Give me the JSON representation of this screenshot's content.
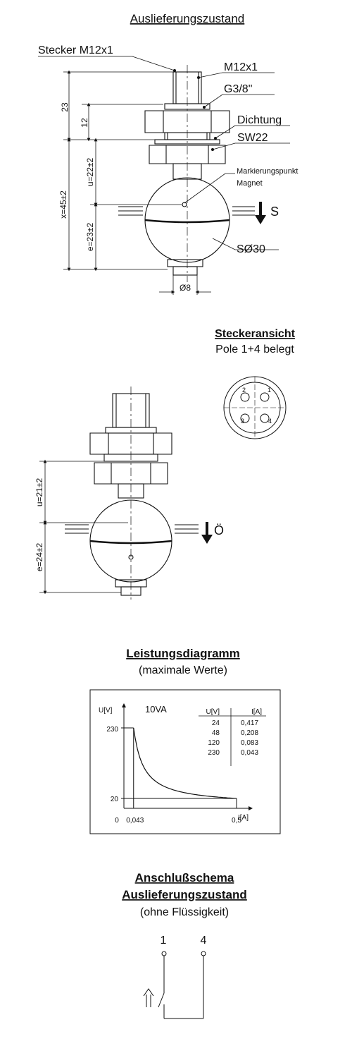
{
  "section1": {
    "title": "Auslieferungszustand",
    "labels": {
      "stecker": "Stecker M12x1",
      "m12": "M12x1",
      "g38": "G3/8\"",
      "dichtung": "Dichtung",
      "sw22": "SW22",
      "markierung1": "Markierungspunkt",
      "markierung2": "Magnet",
      "s": "S",
      "sphere": "SØ30",
      "shaft": "Ø8"
    },
    "dims": {
      "d23": "23",
      "d12": "12",
      "x": "x=45±2",
      "u": "u=22±2",
      "e": "e=23±2"
    }
  },
  "section2": {
    "title": "Steckeransicht",
    "subtitle": "Pole 1+4 belegt",
    "pins": [
      "1",
      "2",
      "3",
      "4"
    ],
    "dims": {
      "u": "u=21±2",
      "e": "e=24±2"
    },
    "o": "Ö"
  },
  "section3": {
    "title": "Leistungsdiagramm",
    "subtitle": "(maximale Werte)",
    "chart_data": {
      "type": "line",
      "title": "",
      "power_label": "10VA",
      "ylabel": "U[V]",
      "xlabel": "I[A]",
      "x_ticks": [
        "0",
        "0,043",
        "0,5"
      ],
      "y_ticks": [
        "230",
        "20"
      ],
      "series": [
        {
          "x": [
            0,
            0.043,
            0.1,
            0.2,
            0.3,
            0.4,
            0.5
          ],
          "y": [
            230,
            230,
            100,
            50,
            33.3,
            25,
            20
          ]
        }
      ],
      "table": {
        "headers": [
          "U[V]",
          "I[A]"
        ],
        "rows": [
          [
            "24",
            "0,417"
          ],
          [
            "48",
            "0,208"
          ],
          [
            "120",
            "0,083"
          ],
          [
            "230",
            "0,043"
          ]
        ]
      }
    }
  },
  "section4": {
    "title1": "Anschlußschema",
    "title2": "Auslieferungszustand",
    "subtitle": "(ohne Flüssigkeit)",
    "pin1": "1",
    "pin4": "4"
  }
}
